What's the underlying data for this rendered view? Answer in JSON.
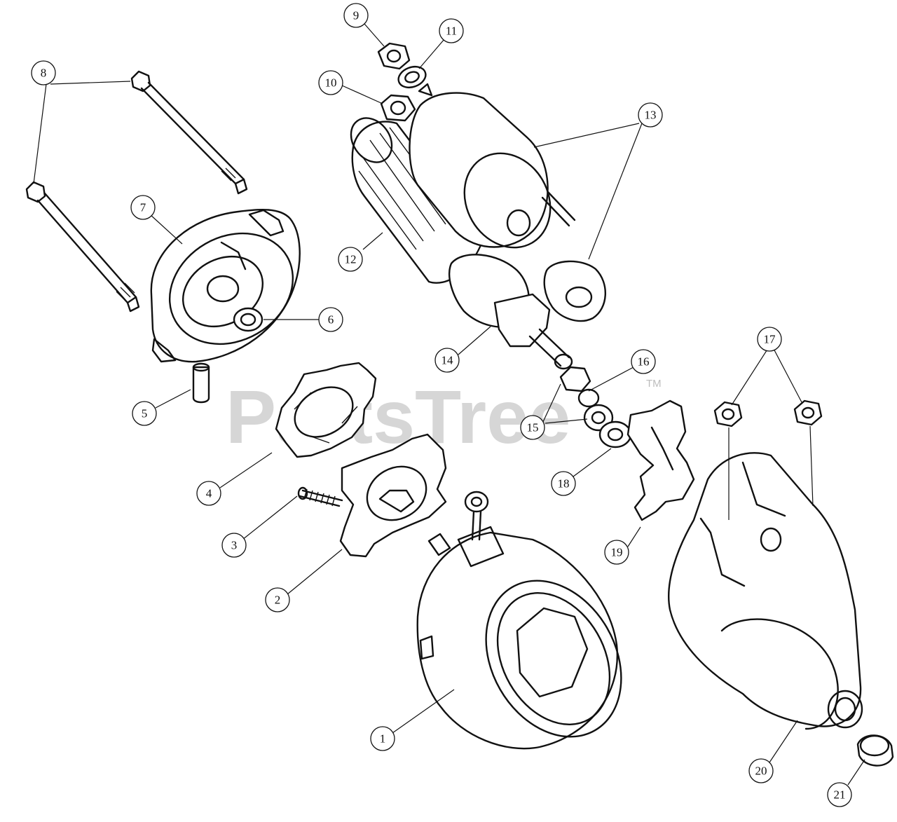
{
  "diagram": {
    "watermark": {
      "text": "PartsTree",
      "trademark": "TM"
    },
    "callouts": [
      {
        "id": "c1",
        "label": "1"
      },
      {
        "id": "c2",
        "label": "2"
      },
      {
        "id": "c3",
        "label": "3"
      },
      {
        "id": "c4",
        "label": "4"
      },
      {
        "id": "c5",
        "label": "5"
      },
      {
        "id": "c6",
        "label": "6"
      },
      {
        "id": "c7",
        "label": "7"
      },
      {
        "id": "c8",
        "label": "8"
      },
      {
        "id": "c9",
        "label": "9"
      },
      {
        "id": "c10",
        "label": "10"
      },
      {
        "id": "c11",
        "label": "11"
      },
      {
        "id": "c12",
        "label": "12"
      },
      {
        "id": "c13",
        "label": "13"
      },
      {
        "id": "c14",
        "label": "14"
      },
      {
        "id": "c15",
        "label": "15"
      },
      {
        "id": "c16",
        "label": "16"
      },
      {
        "id": "c17",
        "label": "17"
      },
      {
        "id": "c18",
        "label": "18"
      },
      {
        "id": "c19",
        "label": "19"
      },
      {
        "id": "c20",
        "label": "20"
      },
      {
        "id": "c21",
        "label": "21"
      }
    ]
  }
}
